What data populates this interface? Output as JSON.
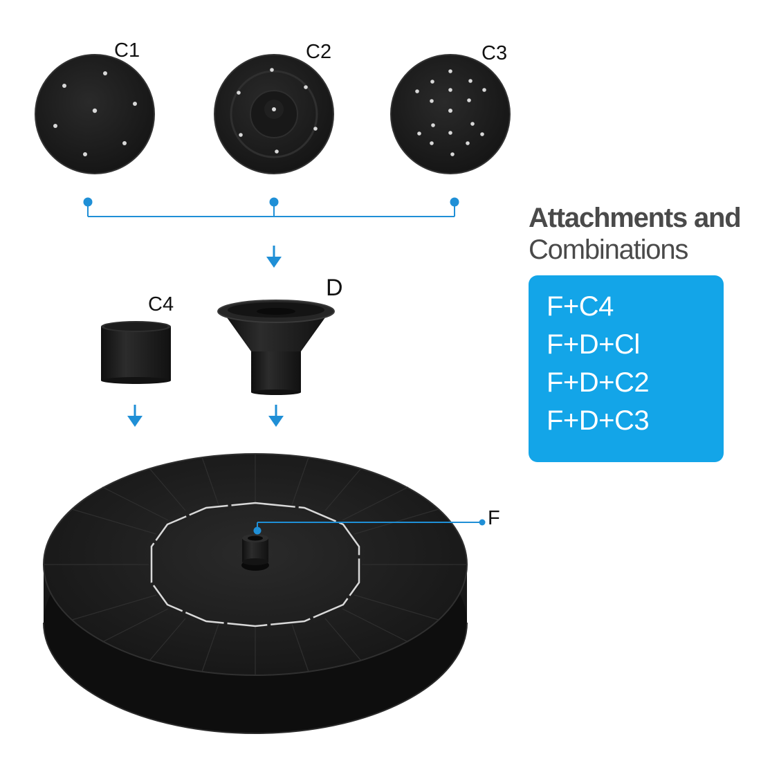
{
  "parts": {
    "c1": "C1",
    "c2": "C2",
    "c3": "C3",
    "c4": "C4",
    "d": "D",
    "f": "F"
  },
  "panel": {
    "title_line1": "Attachments and",
    "title_line2": "Combinations",
    "combinations": [
      "F+C4",
      "F+D+Cl",
      "F+D+C2",
      "F+D+C3"
    ]
  },
  "colors": {
    "accent_blue": "#13a5e8",
    "connector_blue": "#1f8fd6",
    "part_black": "#1b1b1b",
    "title_gray": "#4a4a4a"
  }
}
